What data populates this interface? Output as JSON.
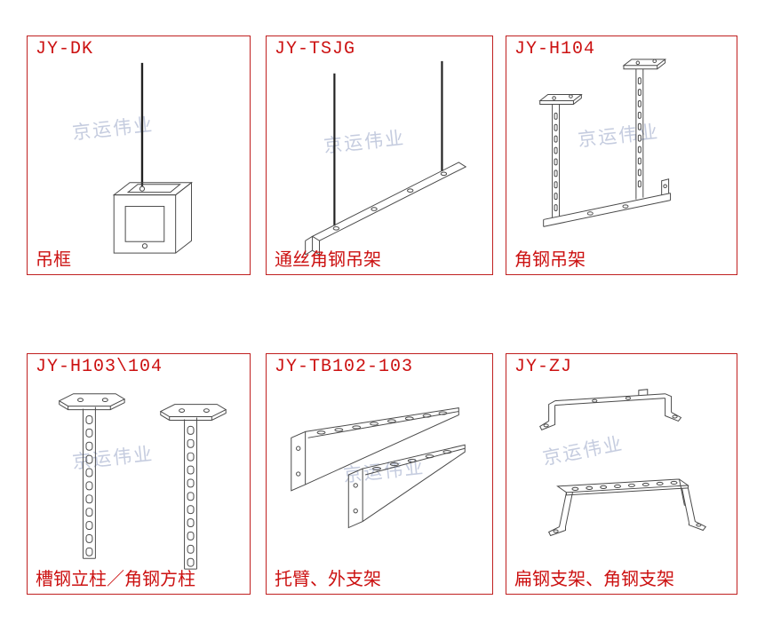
{
  "watermark": "京运伟业",
  "colors": {
    "accent_red": "#cc1111",
    "panel_border": "#c02020",
    "drawing_line": "#4a4a4a",
    "watermark_color": "#96a2c4"
  },
  "panels": [
    {
      "code": "JY-DK",
      "name": "吊框",
      "drawing": "hanging-frame"
    },
    {
      "code": "JY-TSJG",
      "name": "通丝角钢吊架",
      "drawing": "threaded-rod-angle-hanger"
    },
    {
      "code": "JY-H104",
      "name": "角钢吊架",
      "drawing": "angle-steel-hanger"
    },
    {
      "code": "JY-H103\\104",
      "name": "槽钢立柱／角钢方柱",
      "drawing": "channel-and-angle-columns"
    },
    {
      "code": "JY-TB102-103",
      "name": "托臂、外支架",
      "drawing": "cantilever-arm-brackets"
    },
    {
      "code": "JY-ZJ",
      "name": "扁钢支架、角钢支架",
      "drawing": "flat-and-angle-steel-brackets"
    }
  ]
}
